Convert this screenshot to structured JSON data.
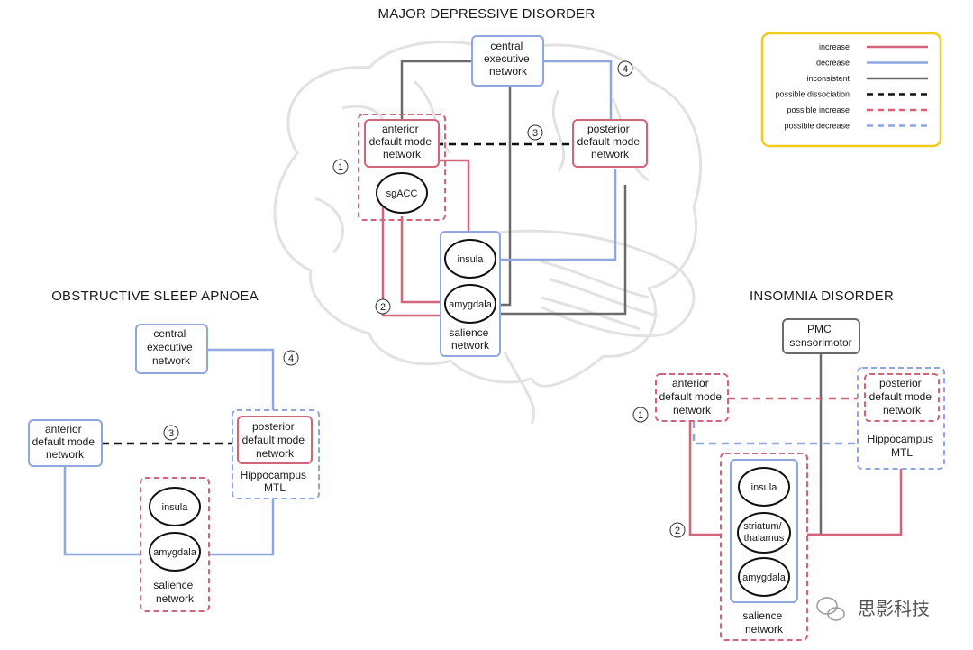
{
  "colors": {
    "increase": "#d4647a",
    "decrease": "#8fa6e0",
    "inconsistent": "#6b6b6b",
    "dissociation": "#111111",
    "legend_border": "#f2cc1c",
    "brain": "#e3e3e3"
  },
  "legend": {
    "items": [
      {
        "label": "increase",
        "style": "increase"
      },
      {
        "label": "decrease",
        "style": "decrease"
      },
      {
        "label": "inconsistent",
        "style": "inconsistent"
      },
      {
        "label": "possible dissociation",
        "style": "dissociation"
      },
      {
        "label": "possible increase",
        "style": "possible-increase"
      },
      {
        "label": "possible decrease",
        "style": "possible-decrease"
      }
    ]
  },
  "mdd": {
    "title": "MAJOR DEPRESSIVE DISORDER",
    "cen": [
      "central",
      "executive",
      "network"
    ],
    "admn": [
      "anterior",
      "default mode",
      "network"
    ],
    "pdmn": [
      "posterior",
      "default mode",
      "network"
    ],
    "sgacc": "sgACC",
    "insula": "insula",
    "amygdala": "amygdala",
    "salience": [
      "salience",
      "network"
    ],
    "markers": [
      "1",
      "2",
      "3",
      "4"
    ]
  },
  "osa": {
    "title": "OBSTRUCTIVE SLEEP APNOEA",
    "cen": [
      "central",
      "executive",
      "network"
    ],
    "admn": [
      "anterior",
      "default mode",
      "network"
    ],
    "pdmn": [
      "posterior",
      "default mode",
      "network"
    ],
    "hippo": [
      "Hippocampus",
      "MTL"
    ],
    "insula": "insula",
    "amygdala": "amygdala",
    "salience": [
      "salience",
      "network"
    ],
    "markers": [
      "3",
      "4"
    ]
  },
  "insomnia": {
    "title": "INSOMNIA DISORDER",
    "pmc": [
      "PMC",
      "sensorimotor"
    ],
    "admn": [
      "anterior",
      "default mode",
      "network"
    ],
    "pdmn": [
      "posterior",
      "default mode",
      "network"
    ],
    "hippo": [
      "Hippocampus",
      "MTL"
    ],
    "insula": "insula",
    "striatum": [
      "striatum/",
      "thalamus"
    ],
    "amygdala": "amygdala",
    "salience": [
      "salience",
      "network"
    ],
    "markers": [
      "1",
      "2"
    ]
  },
  "watermark": "思影科技"
}
